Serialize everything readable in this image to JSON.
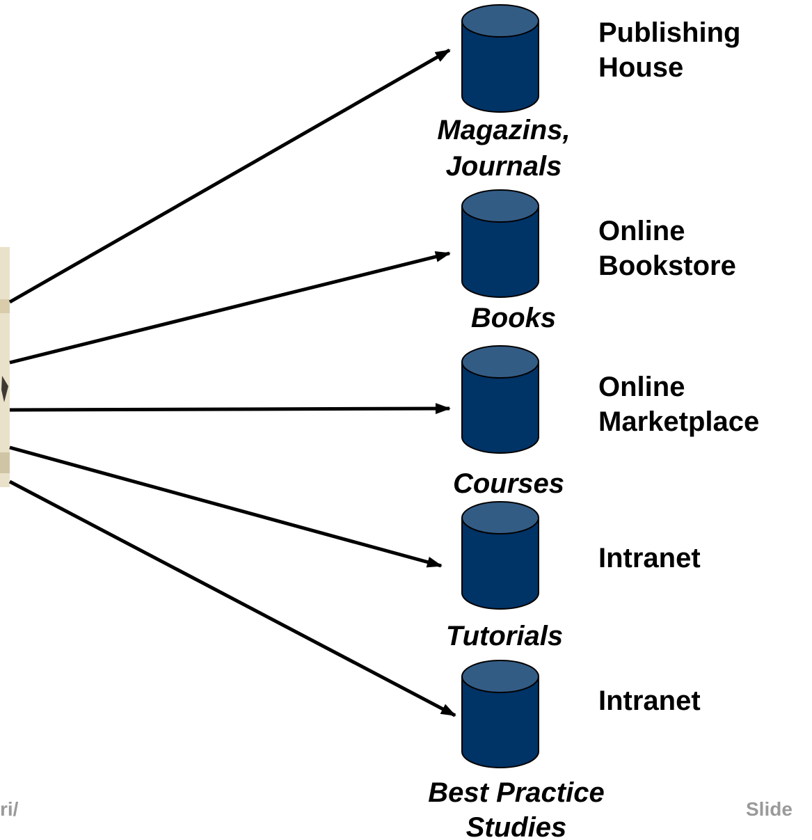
{
  "colors": {
    "cylinder_body": "#003366",
    "cylinder_top": "#335c85",
    "arrow": "#000000",
    "footer_text": "#9a9a9a"
  },
  "repositories": [
    {
      "content_lines": [
        "Magazins,",
        "Journals"
      ],
      "source_lines": [
        "Publishing",
        "House"
      ]
    },
    {
      "content_lines": [
        "Books"
      ],
      "source_lines": [
        "Online",
        "Bookstore"
      ]
    },
    {
      "content_lines": [
        "Courses"
      ],
      "source_lines": [
        "Online",
        "Marketplace"
      ]
    },
    {
      "content_lines": [
        "Tutorials"
      ],
      "source_lines": [
        "Intranet"
      ]
    },
    {
      "content_lines": [
        "Best Practice",
        "Studies"
      ],
      "source_lines": [
        "Intranet"
      ]
    }
  ],
  "footer": {
    "left_fragment": "ri/",
    "right_fragment": "Slide"
  }
}
